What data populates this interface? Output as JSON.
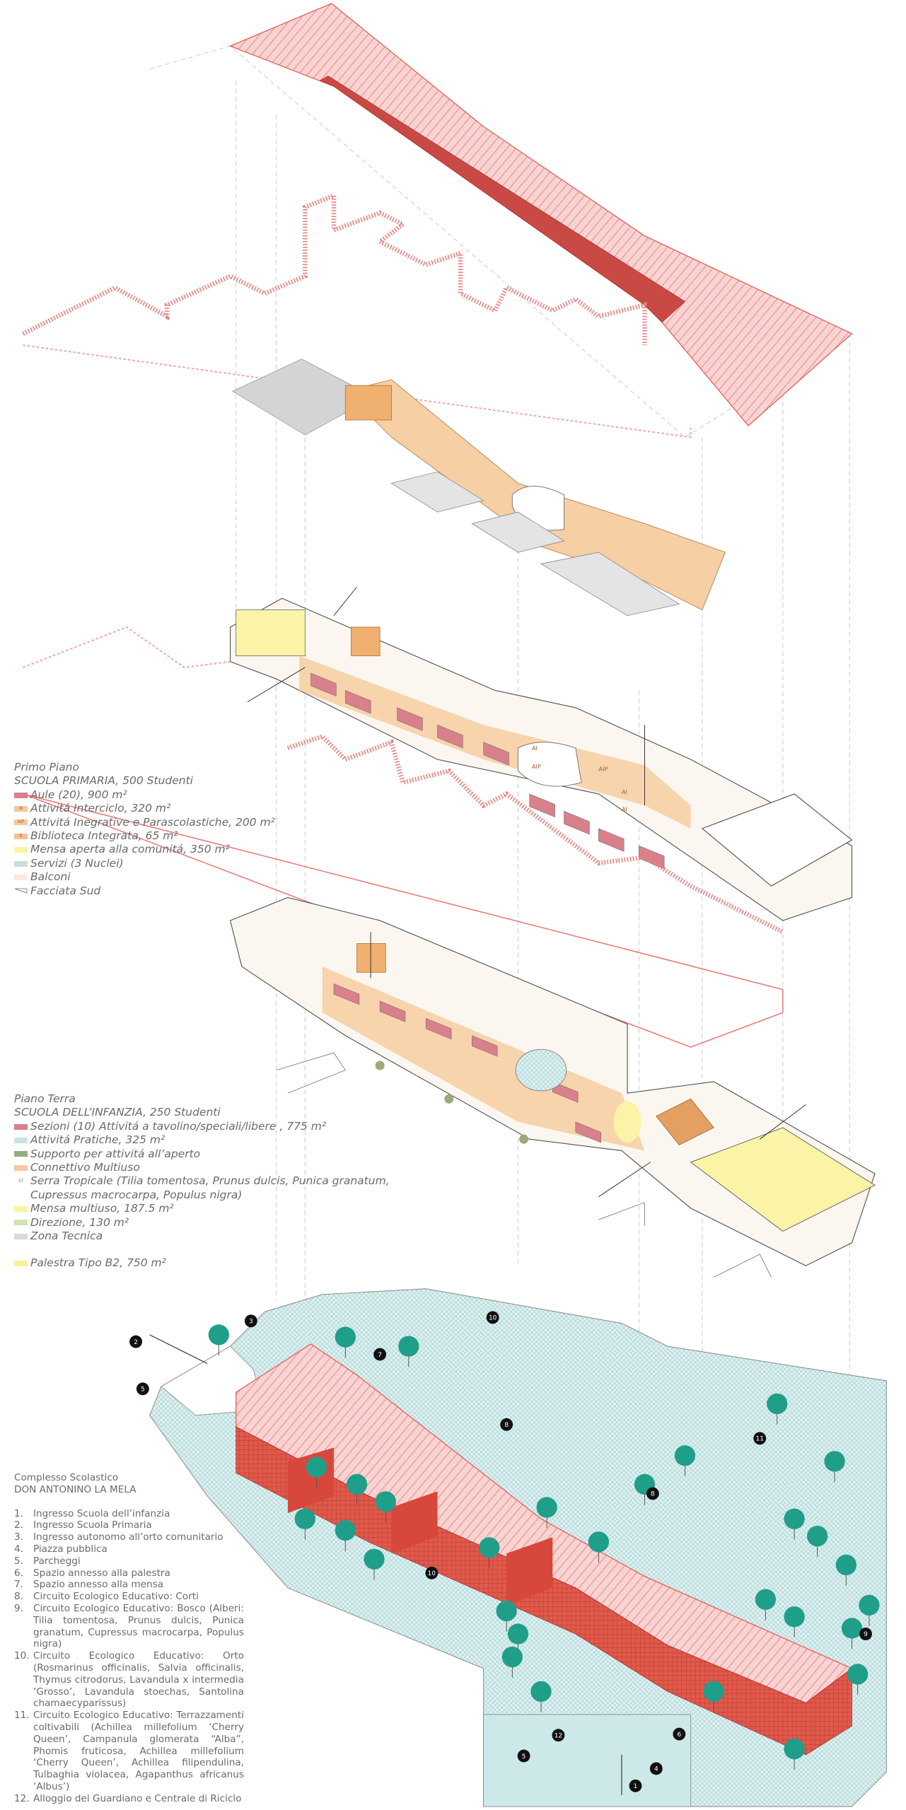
{
  "primo_piano": {
    "floor": "Primo Piano",
    "school": "SCUOLA PRIMARIA, 500 Studenti",
    "items": [
      {
        "label": "Aule (20), 900 m²",
        "swatch": "#d9808a",
        "tag": ""
      },
      {
        "label": "Attivitá Interciclo, 320 m²",
        "swatch": "#f5c99a",
        "tag": "AI"
      },
      {
        "label": "Attivitá Inegrative e Parascolastiche, 200 m²",
        "swatch": "#f5c99a",
        "tag": "AIP"
      },
      {
        "label": "Biblioteca Integrata, 65 m²",
        "swatch": "#f3c293",
        "tag": "B"
      },
      {
        "label": "Mensa aperta alla comunitá, 350 m²",
        "swatch": "#fbf3a0",
        "tag": ""
      },
      {
        "label": "Servizi (3 Nuclei)",
        "swatch": "#c9dede",
        "tag": ""
      },
      {
        "label": "Balconi",
        "swatch": "#fbe9dc",
        "tag": ""
      },
      {
        "label": "Facciata Sud",
        "swatch": "",
        "tag": "triangle"
      }
    ]
  },
  "piano_terra": {
    "floor": "Piano Terra",
    "school": "SCUOLA DELL’INFANZIA, 250 Studenti",
    "items": [
      {
        "label": "Sezioni (10) Attivitá a tavolino/speciali/libere , 775 m²",
        "swatch": "#d9808a",
        "tag": ""
      },
      {
        "label": "Attivitá Pratiche, 325 m²",
        "swatch": "#c9e2e3",
        "tag": ""
      },
      {
        "label": "Supporto per attivitá all’aperto",
        "swatch": "#9aab7a",
        "tag": ""
      },
      {
        "label": "Connettivo Multiuso",
        "swatch": "#f7c9a0",
        "tag": ""
      },
      {
        "label": "Serra Tropicale (Tilia tomentosa, Prunus dulcis, Punica granatum,",
        "label_cont": "Cupressus macrocarpa, Populus nigra)",
        "swatch": "",
        "tag": "ST"
      },
      {
        "label": "Mensa multiuso, 187.5 m²",
        "swatch": "#fbf3a0",
        "tag": ""
      },
      {
        "label": "Direzione, 130 m²",
        "swatch": "#cfe3b4",
        "tag": ""
      },
      {
        "label": "Zona Tecnica",
        "swatch": "#d9d9d9",
        "tag": ""
      },
      {
        "label": "Palestra Tipo B2, 750 m²",
        "swatch": "#fbf09a",
        "tag": "",
        "gap": true
      }
    ]
  },
  "site": {
    "title": "Complesso Scolastico",
    "name": "DON ANTONINO LA MELA",
    "items": [
      {
        "n": "1.",
        "text": "Ingresso Scuola dell’infanzia"
      },
      {
        "n": "2.",
        "text": "Ingresso Scuola Primaria"
      },
      {
        "n": "3.",
        "text": "Ingresso autonomo all’orto comunitario"
      },
      {
        "n": "4.",
        "text": "Piazza pubblica"
      },
      {
        "n": "5.",
        "text": "Parcheggi"
      },
      {
        "n": "6.",
        "text": "Spazio annesso alla palestra"
      },
      {
        "n": "7.",
        "text": "Spazio annesso alla mensa"
      },
      {
        "n": "8.",
        "text": "Circuito Ecologico Educativo: Corti"
      },
      {
        "n": "9.",
        "text": "Circuito Ecologico Educativo: Bosco (Alberi: Tilia tomentosa, Prunus dulcis, Punica granatum, Cupressus macrocarpa, Populus nigra)"
      },
      {
        "n": "10.",
        "text": "Circuito Ecologico Educativo: Orto (Rosmarinus officinalis, Salvia officinalis, Thymus citrodorus, Lavandula x intermedia ‘Grosso’, Lavandula stoechas, Santolina chamaecyparissus)"
      },
      {
        "n": "11.",
        "text": "Circuito Ecologico Educativo: Terrazzamenti coltivabili (Achillea millefolium ‘Cherry Queen’, Campanula glomerata “Alba”, Phomis fruticosa, Achillea millefolium ‘Cherry Queen’, Achillea filipendulina, Tulbaghia violacea, Agapanthus africanus ‘Albus’)"
      },
      {
        "n": "12.",
        "text": "Alloggio del Guardiano e Centrale di Riciclo"
      }
    ],
    "markers": [
      "1",
      "2",
      "3",
      "4",
      "5",
      "5",
      "6",
      "7",
      "8",
      "8",
      "9",
      "10",
      "10",
      "11",
      "12"
    ]
  },
  "plan_labels": [
    "AI",
    "AIP",
    "AI",
    "AIP",
    "AI"
  ],
  "colors": {
    "roof": "#f6c4c2",
    "roof_line": "#e2615e",
    "facade": "#d8473c",
    "tree": "#1f9e8a",
    "ground": "#d7eeee",
    "aule": "#d9808a",
    "connettivo": "#f6cfa4",
    "mensa": "#fbf3a6"
  }
}
